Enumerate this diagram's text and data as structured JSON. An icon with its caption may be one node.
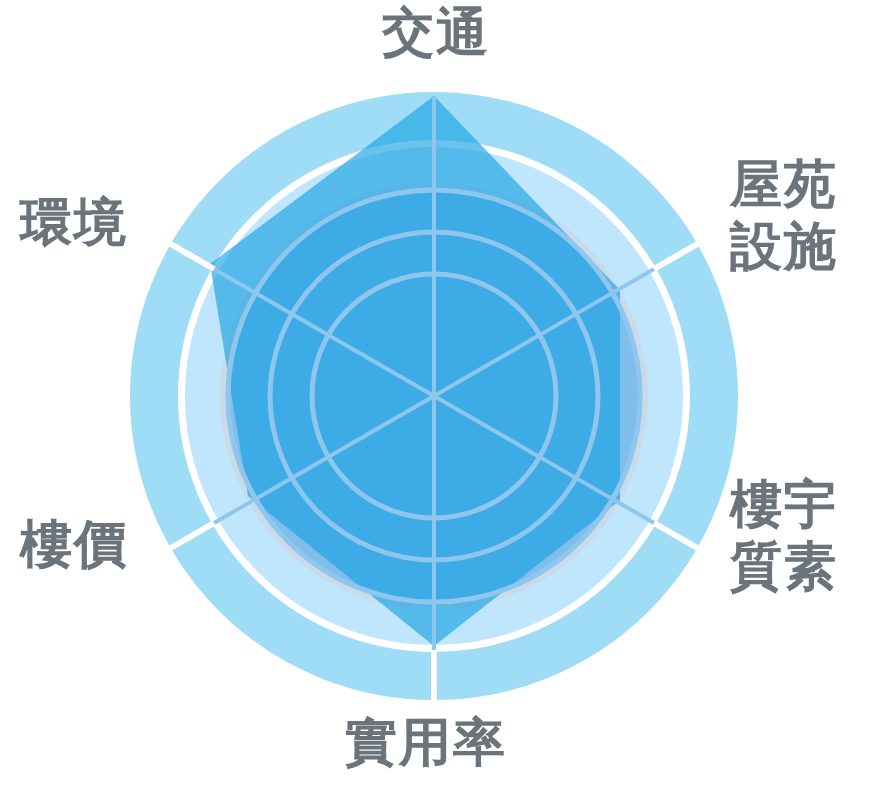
{
  "diagram": {
    "labels": [
      "交通",
      "屋苑設施",
      "樓宇質素",
      "實用率",
      "樓價",
      "環境"
    ]
  }
}
